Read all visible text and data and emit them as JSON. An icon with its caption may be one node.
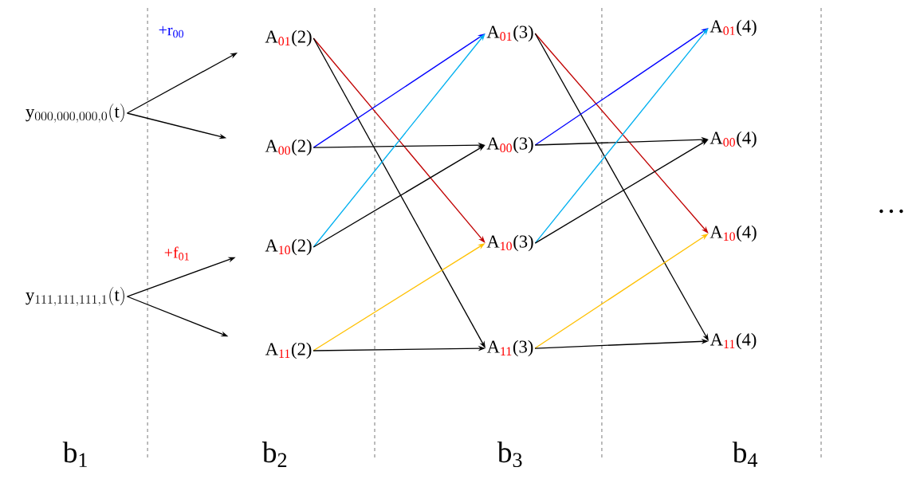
{
  "diagram": {
    "nodes": [
      {
        "text": [
          "\\mathrm{y}_{000,000,000,0}(\\mathrm{t})"
        ]
      },
      {
        "text": [
          "\\mathrm{y}_{111,111,111,1}(\\mathrm{t})"
        ]
      },
      {
        "text": [
          "A$_{01}$(2)"
        ]
      },
      {
        "text": [
          "A$_{00}$(2)"
        ]
      },
      {
        "text": [
          "A$_{10}$(2)"
        ]
      },
      {
        "text": [
          "A$_{11}$(2)"
        ]
      },
      {
        "text": [
          "A$_{01}$(3)"
        ]
      },
      {
        "text": [
          "A$_{00}$(3)"
        ]
      },
      {
        "text": [
          "A$_{10}$(3)"
        ]
      },
      {
        "text": [
          "A$_{11}$(3)"
        ]
      },
      {
        "text": [
          "A$_{01}$(4)"
        ]
      },
      {
        "text": [
          "A$_{00}$(4)"
        ]
      },
      {
        "text": [
          "A$_{10}$(4)"
        ]
      },
      {
        "text": [
          "A$_{11}$(4)"
        ]
      }
    ],
    "edges": [
      {
        "from": 0,
        "to": 2,
        "arrow": "to",
        "label": "+r$_{00}$"
      },
      {
        "from": 0,
        "to": 3,
        "arrow": "to"
      },
      {
        "from": 1,
        "to": 4,
        "arrow": "to",
        "label": "+f$_{01}$"
      },
      {
        "from": 1,
        "to": 5,
        "arrow": "to"
      },
      {
        "from": 2,
        "to": 8,
        "arrow": "to",
        "color": "#c00000"
      },
      {
        "from": 2,
        "to": 9,
        "arrow": "to"
      },
      {
        "from": 3,
        "to": 6,
        "arrow": "to",
        "color": "#0000ff"
      },
      {
        "from": 3,
        "to": 7,
        "arrow": "to"
      },
      {
        "from": 4,
        "to": 6,
        "arrow": "to",
        "color": "#00b0f0"
      },
      {
        "from": 4,
        "to": 7,
        "arrow": "to"
      },
      {
        "from": 5,
        "to": 8,
        "arrow": "to",
        "color": "#ffc000"
      },
      {
        "from": 5,
        "to": 9,
        "arrow": "to"
      },
      {
        "from": 6,
        "to": 12,
        "arrow": "to",
        "color": "#c00000"
      },
      {
        "from": 6,
        "to": 13,
        "arrow": "to"
      },
      {
        "from": 7,
        "to": 10,
        "arrow": "to",
        "color": "#0000ff"
      },
      {
        "from": 7,
        "to": 11,
        "arrow": "to"
      },
      {
        "from": 8,
        "to": 10,
        "arrow": "to",
        "color": "#00b0f0"
      },
      {
        "from": 8,
        "to": 11,
        "arrow": "to"
      },
      {
        "from": 9,
        "to": 12,
        "arrow": "to",
        "color": "#ffc000"
      },
      {
        "from": 9,
        "to": 13,
        "arrow": "to"
      }
    ],
    "labels": [
      "b$_{1}$",
      "b$_{2}$",
      "b$_{3}$",
      "b$_{4}$",
      "…"
    ]
  }
}
